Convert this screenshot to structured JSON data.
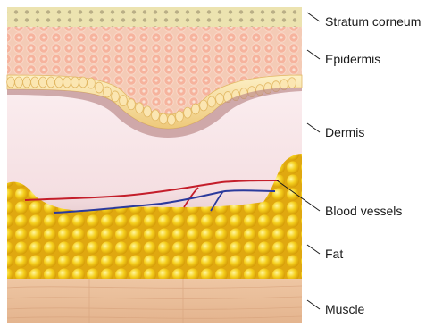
{
  "labels": [
    {
      "id": "stratum-corneum",
      "text": "Stratum corneum"
    },
    {
      "id": "epidermis",
      "text": "Epidermis"
    },
    {
      "id": "dermis",
      "text": "Dermis"
    },
    {
      "id": "blood-vessels",
      "text": "Blood vessels"
    },
    {
      "id": "fat",
      "text": "Fat"
    },
    {
      "id": "muscle",
      "text": "Muscle"
    }
  ],
  "colors": {
    "stratum_corneum": "#ece3b0",
    "epidermis": "#f2c8b0",
    "epidermis_cell": "#f6b9a3",
    "basal_cell": "#f8e2a6",
    "dermis": "#f7e4e6",
    "fat": "#f2c418",
    "fat_cell": "#f7d83a",
    "muscle": "#e9bd98",
    "artery": "#c41e2a",
    "vein": "#2b3a9c",
    "text": "#1a1a1a"
  }
}
